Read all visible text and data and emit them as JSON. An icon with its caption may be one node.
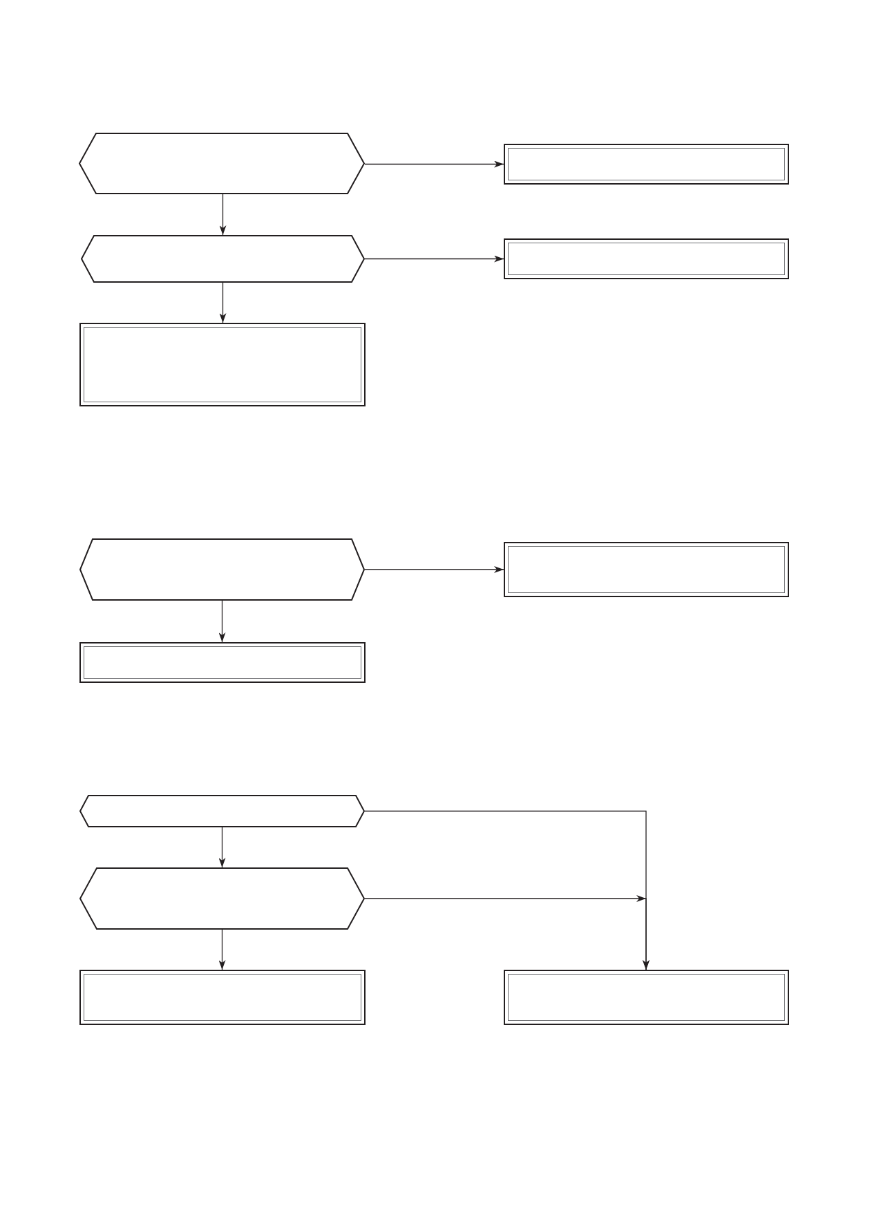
{
  "diagram": {
    "nodes": [
      {
        "text": [],
        "shape": "hexagon"
      },
      {
        "text": [],
        "shape": "box"
      },
      {
        "text": [],
        "shape": "hexagon"
      },
      {
        "text": [],
        "shape": "box"
      },
      {
        "text": [],
        "shape": "box"
      },
      {
        "text": [],
        "shape": "hexagon"
      },
      {
        "text": [],
        "shape": "box"
      },
      {
        "text": [],
        "shape": "box"
      },
      {
        "text": [],
        "shape": "hexagon"
      },
      {
        "text": [],
        "shape": "hexagon"
      },
      {
        "text": [],
        "shape": "box"
      },
      {
        "text": [],
        "shape": "box"
      }
    ],
    "edges": [
      {
        "from": 0,
        "to": 1,
        "arrow": "to"
      },
      {
        "from": 0,
        "to": 2,
        "arrow": "to"
      },
      {
        "from": 2,
        "to": 3,
        "arrow": "to"
      },
      {
        "from": 2,
        "to": 4,
        "arrow": "to"
      },
      {
        "from": 5,
        "to": 6,
        "arrow": "to"
      },
      {
        "from": 5,
        "to": 7,
        "arrow": "to"
      },
      {
        "from": 8,
        "to": 11,
        "arrow": "to"
      },
      {
        "from": 8,
        "to": 9,
        "arrow": "to"
      },
      {
        "from": 9,
        "to": 11,
        "arrow": "to"
      },
      {
        "from": 9,
        "to": 10,
        "arrow": "to"
      }
    ]
  }
}
